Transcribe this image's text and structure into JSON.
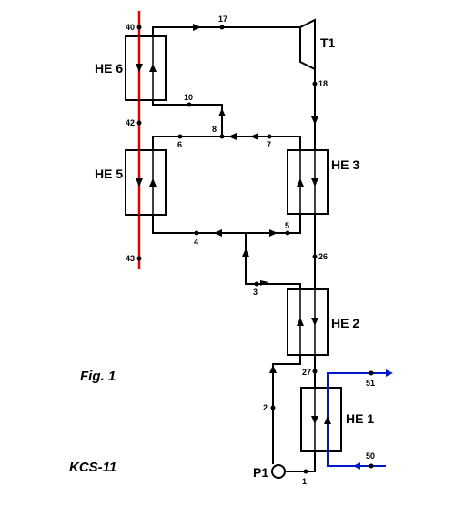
{
  "heat_exchangers": {
    "he1": "HE 1",
    "he2": "HE 2",
    "he3": "HE 3",
    "he5": "HE 5",
    "he6": "HE 6"
  },
  "turbine": "T1",
  "pump": "P1",
  "nodes": {
    "n1": "1",
    "n2": "2",
    "n3": "3",
    "n4": "4",
    "n5": "5",
    "n6": "6",
    "n7": "7",
    "n8": "8",
    "n10": "10",
    "n17": "17",
    "n18": "18",
    "n26": "26",
    "n27": "27",
    "n40": "40",
    "n42": "42",
    "n43": "43",
    "n50": "50",
    "n51": "51"
  },
  "captions": {
    "figure": "Fig. 1",
    "cycle": "KCS-11"
  },
  "colors": {
    "hot_source_line": "#e00000",
    "cooling_water_line": "#0018cc",
    "working_fluid_line": "#000000"
  }
}
